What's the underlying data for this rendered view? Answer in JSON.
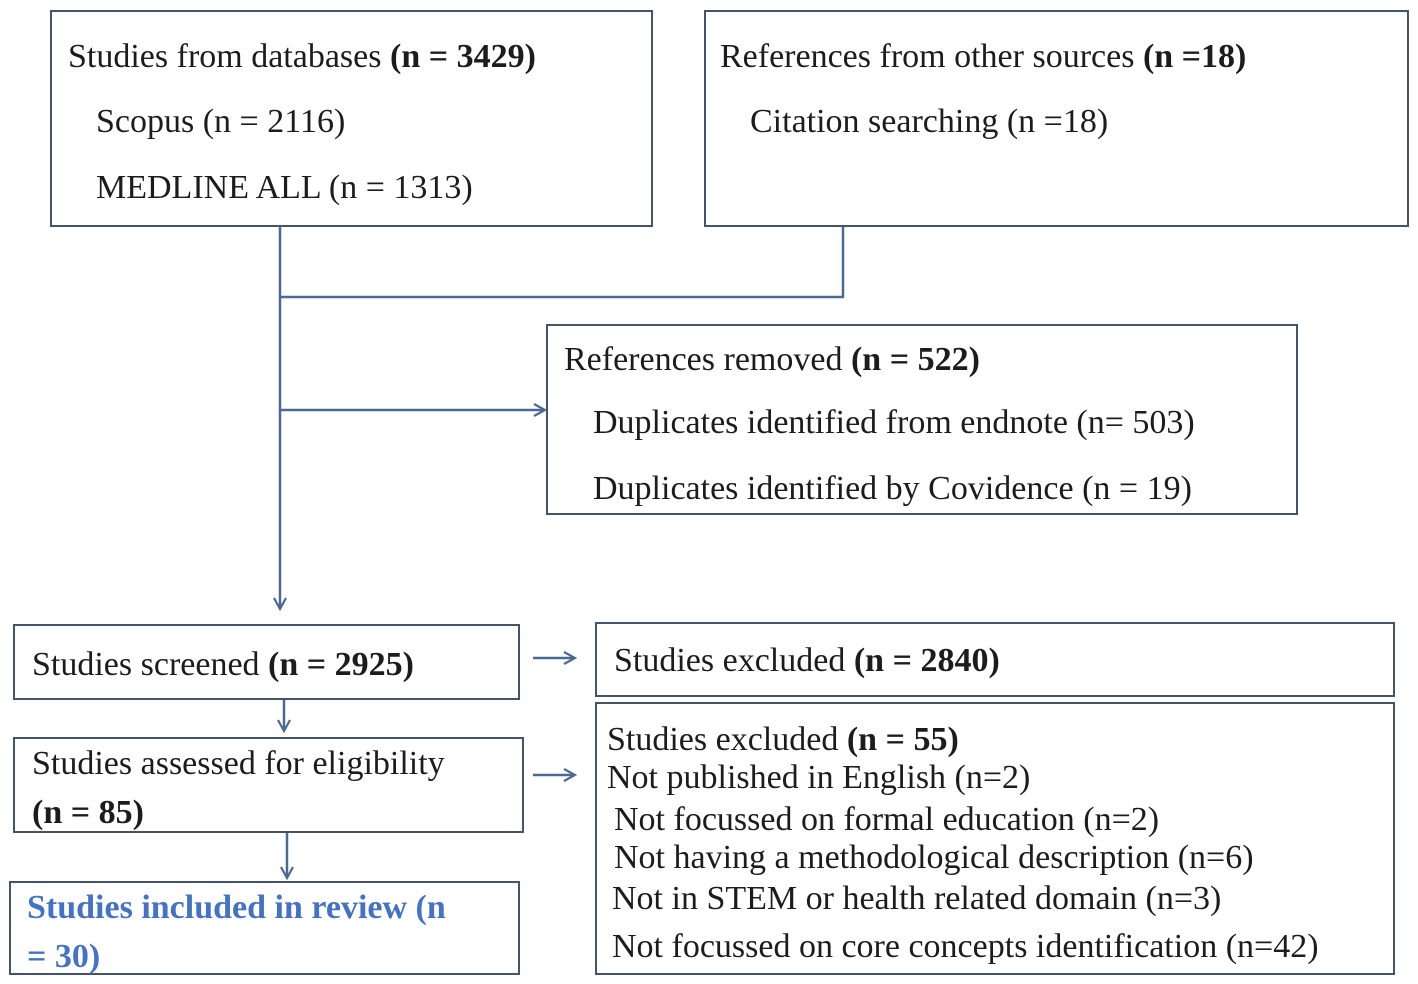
{
  "databases": {
    "title_text": "Studies from databases ",
    "title_count": "(n = 3429)",
    "items": [
      "Scopus (n = 2116)",
      "MEDLINE ALL (n = 1313)"
    ]
  },
  "other_sources": {
    "title_text": "References from other sources ",
    "title_count": "(n =18)",
    "items": [
      "Citation searching (n =18)"
    ]
  },
  "removed": {
    "title_text": "References removed ",
    "title_count": "(n = 522)",
    "items": [
      "Duplicates identified from endnote (n= 503)",
      "Duplicates identified by Covidence (n = 19)"
    ]
  },
  "screened": {
    "text": "Studies screened ",
    "count": "(n = 2925)"
  },
  "excluded_screen": {
    "text": "Studies excluded ",
    "count": "(n = 2840)"
  },
  "assessed": {
    "line1": "Studies assessed for eligibility",
    "count": "(n = 85)"
  },
  "excluded_full": {
    "title_text": "Studies excluded ",
    "title_count": "(n = 55)",
    "reasons": [
      "Not published in English (n=2)",
      "Not focussed on formal education (n=2)",
      "Not having a methodological description (n=6)",
      "Not in STEM or health related domain (n=3)",
      "Not focussed on core concepts identification (n=42)"
    ]
  },
  "included": {
    "line1": "Studies included in review (n",
    "line2": "= 30)"
  },
  "colors": {
    "border": "#44546a",
    "arrow": "#4a6a94",
    "highlight": "#4472c4"
  }
}
